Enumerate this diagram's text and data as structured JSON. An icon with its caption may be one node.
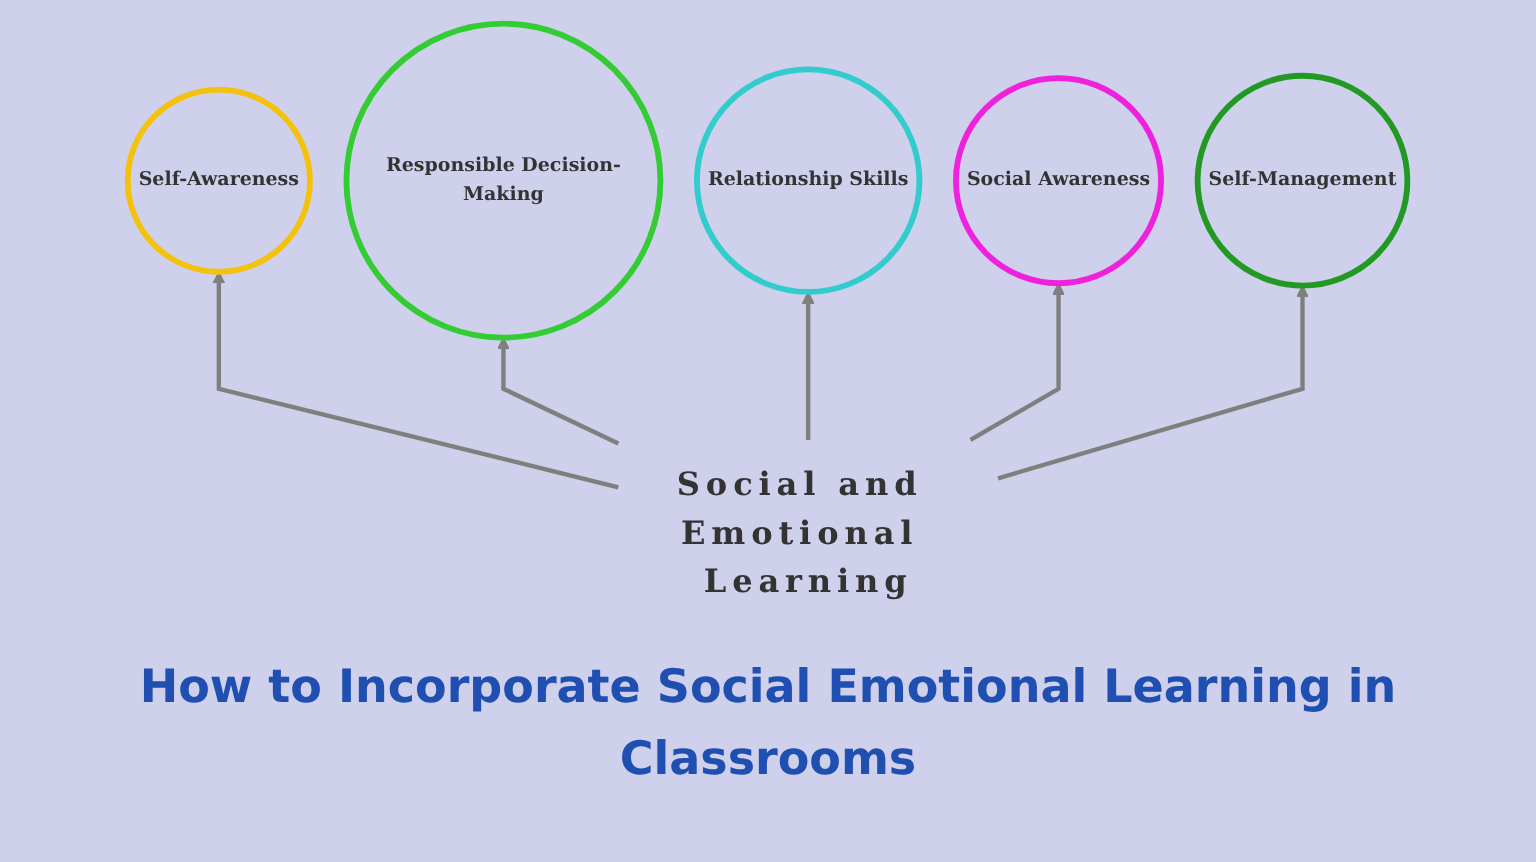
{
  "diagram": {
    "title": "How to Incorporate Social Emotional Learning in Classrooms",
    "nodes": [
      {
        "text": [
          "Social and Emotional Learning"
        ]
      },
      {
        "text": [
          "Self-Awareness"
        ]
      },
      {
        "text": [
          "Responsible Decision-Making"
        ]
      },
      {
        "text": [
          "Relationship Skills"
        ]
      },
      {
        "text": [
          "Social Awareness"
        ]
      },
      {
        "text": [
          "Self-Management"
        ]
      }
    ],
    "edges": [
      {
        "from": 0,
        "to": 1,
        "arrow": "to"
      },
      {
        "from": 0,
        "to": 2,
        "arrow": "to"
      },
      {
        "from": 0,
        "to": 3,
        "arrow": "to"
      },
      {
        "from": 0,
        "to": 4,
        "arrow": "to"
      },
      {
        "from": 0,
        "to": 5,
        "arrow": "to"
      }
    ]
  }
}
